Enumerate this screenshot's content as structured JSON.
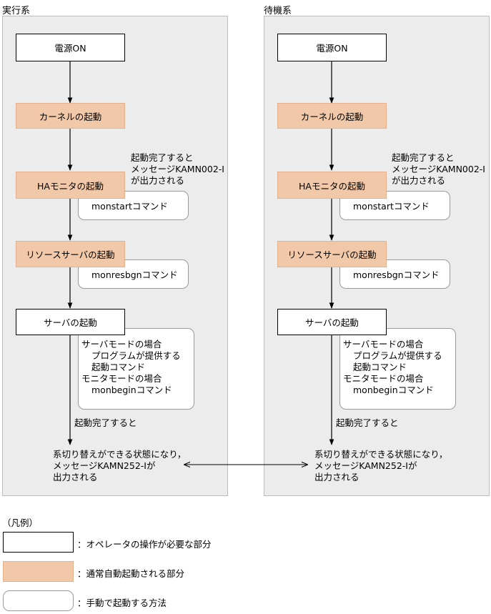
{
  "panels": {
    "active": {
      "title": "実行系"
    },
    "standby": {
      "title": "待機系"
    }
  },
  "flow": {
    "power_on": "電源ON",
    "kernel_start": "カーネルの起動",
    "ha_monitor_start": "HAモニタの起動",
    "resource_server_start": "リソースサーバの起動",
    "server_start": "サーバの起動",
    "monstart_cmd": "monstartコマンド",
    "monresbgn_cmd": "monresbgnコマンド",
    "ha_complete_note": [
      "起動完了すると",
      "メッセージKAMN002-I",
      "が出力される"
    ],
    "server_mode_note": [
      "サーバモードの場合",
      "プログラムが提供する",
      "起動コマンド",
      "モニタモードの場合",
      "monbeginコマンド"
    ],
    "start_complete": "起動完了すると",
    "final_state": [
      "系切り替えができる状態になり，",
      "メッセージKAMN252-Iが",
      "出力される"
    ]
  },
  "legend": {
    "title": "（凡例）",
    "operator_required": "：オペレータの操作が必要な部分",
    "auto_start": "：通常自動起動される部分",
    "manual_method": "：手動で起動する方法"
  },
  "colors": {
    "auto_fill": "#f2c9a8",
    "panel_bg": "#ececec"
  }
}
